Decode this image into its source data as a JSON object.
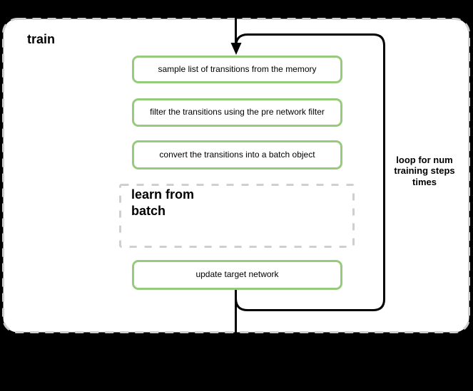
{
  "diagram": {
    "title": "train",
    "steps": [
      {
        "label": "sample list of transitions from the memory"
      },
      {
        "label": "filter the transitions using the pre network filter"
      },
      {
        "label": "convert the transitions into a batch object"
      }
    ],
    "subprocess": {
      "label": "learn from batch"
    },
    "final_step": {
      "label": "update target network"
    },
    "loop_annotation": {
      "label": "loop for num training steps times"
    },
    "colors": {
      "step_border": "#97cb7c",
      "frame_border": "#cfcfcf",
      "flow_line": "#000000",
      "panel_background": "#ffffff",
      "page_background": "#000000"
    }
  }
}
